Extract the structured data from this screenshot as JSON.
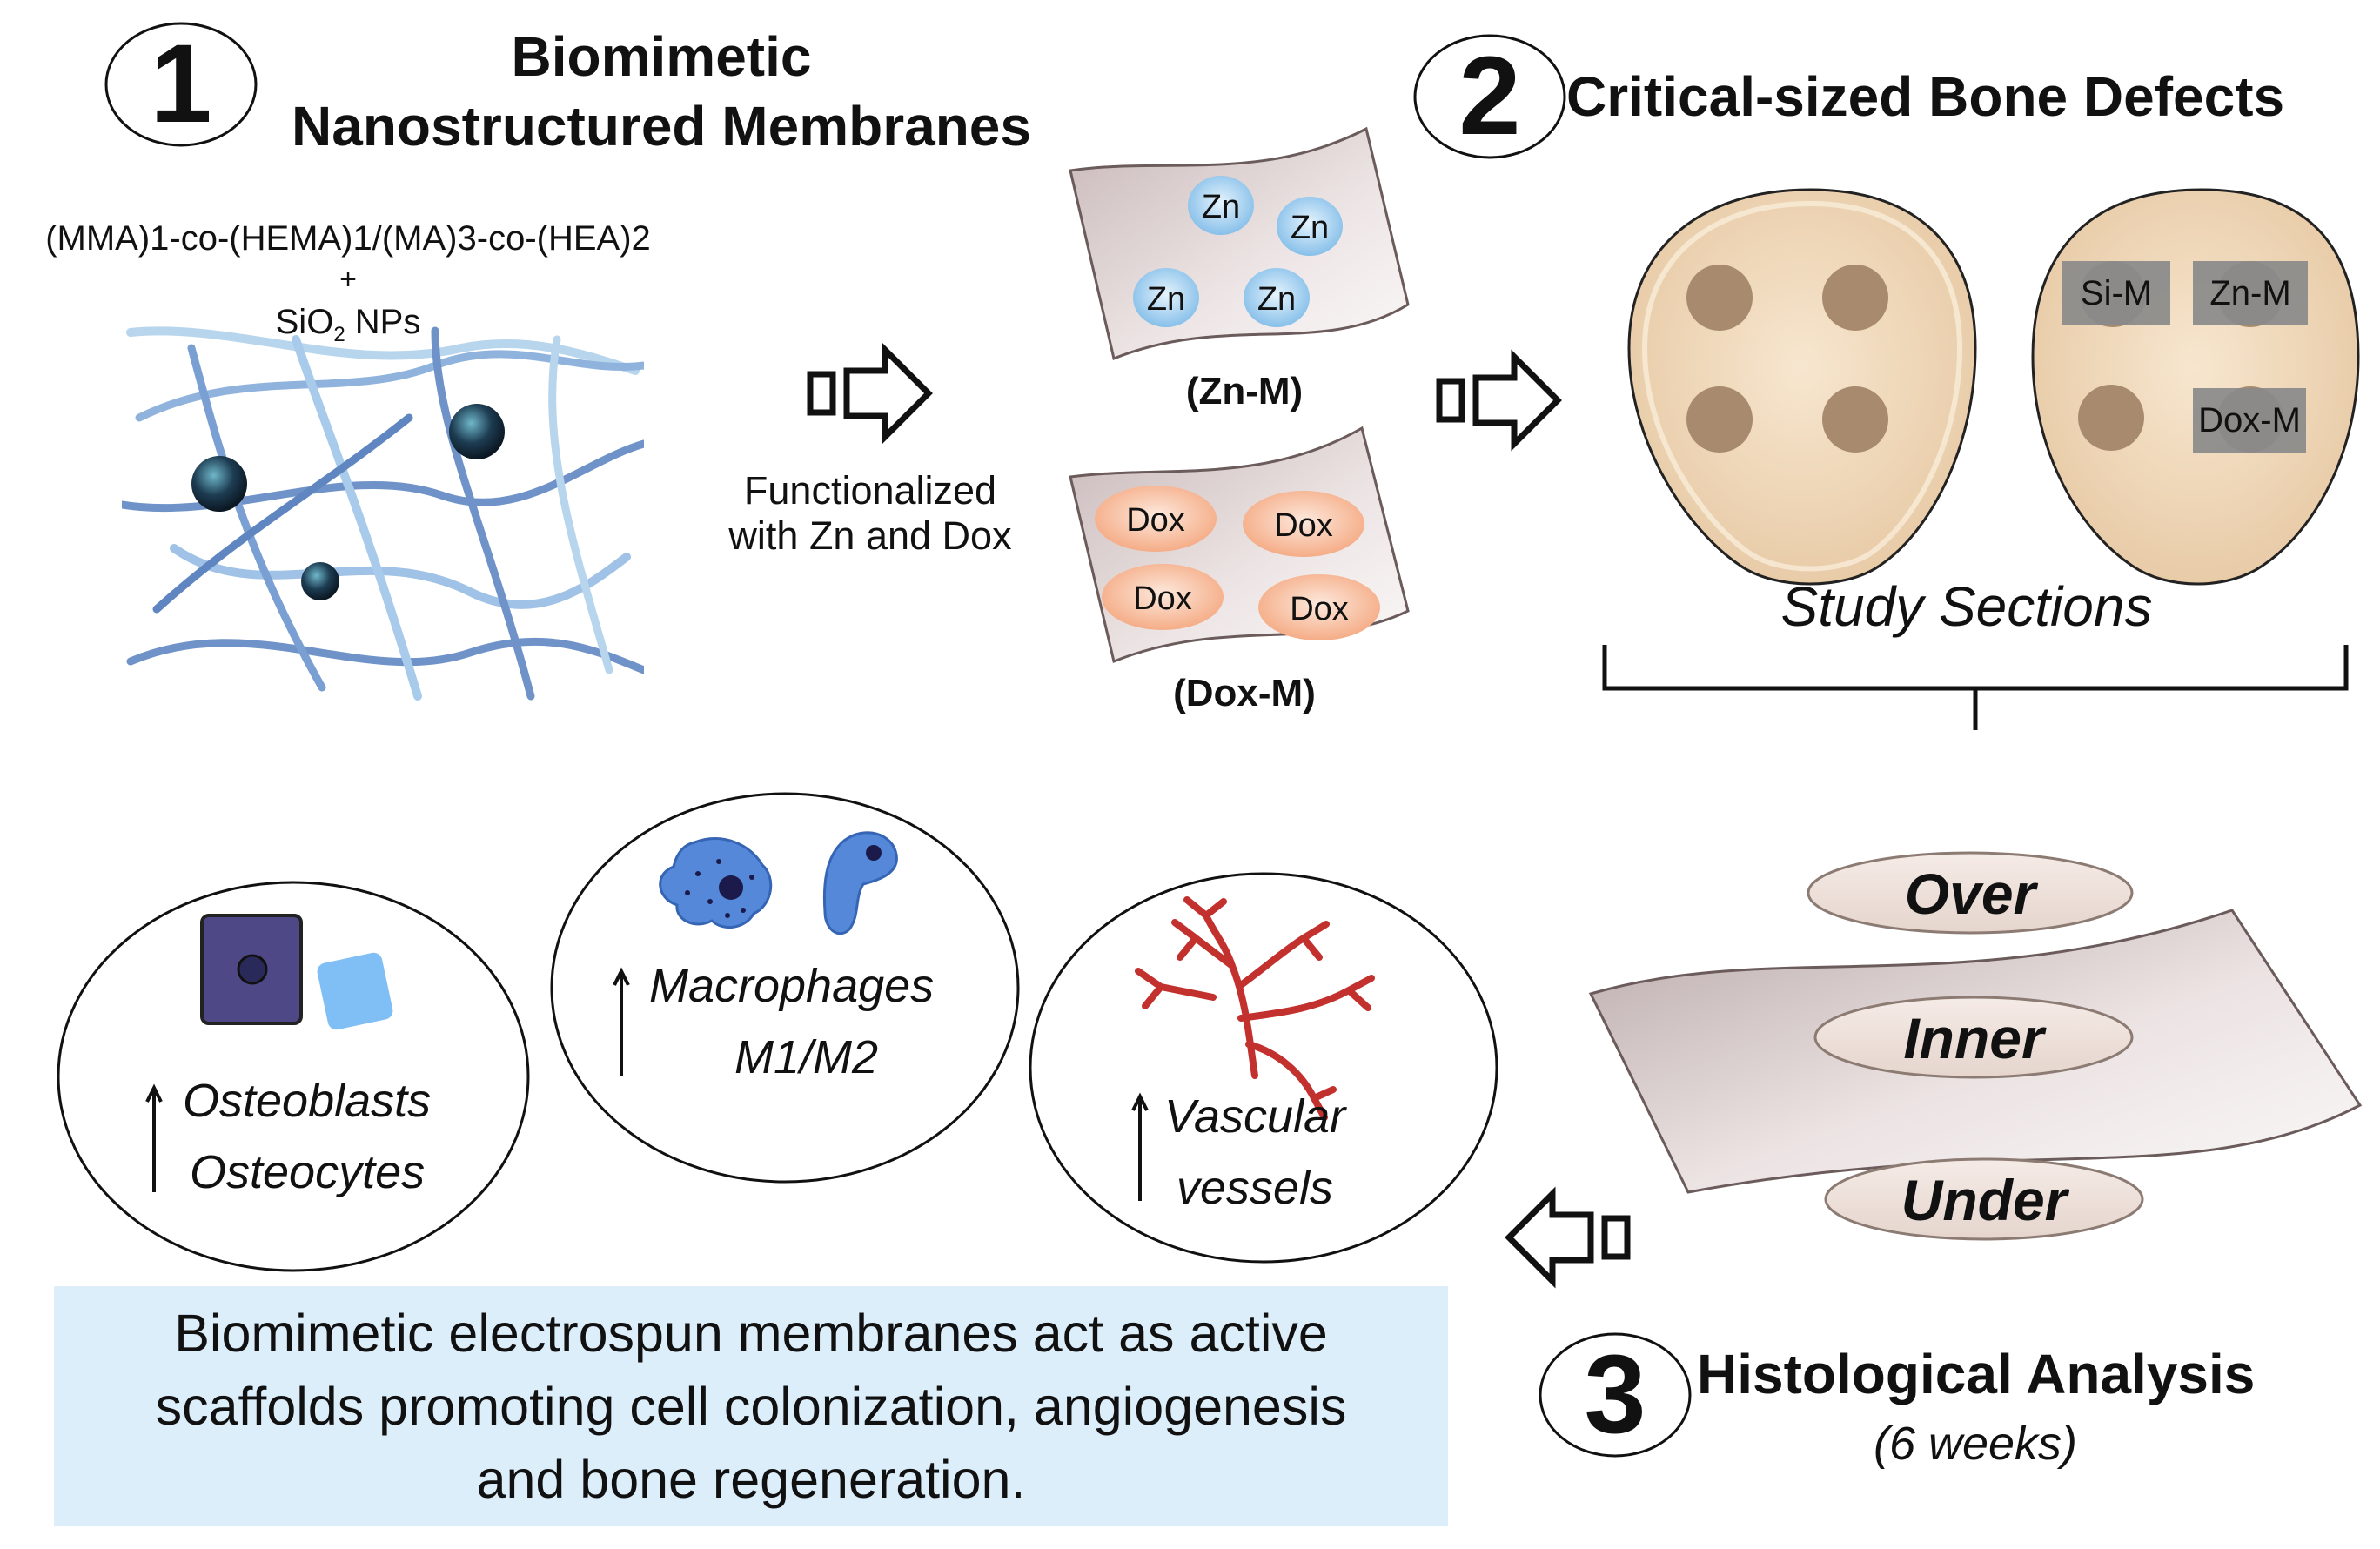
{
  "steps": {
    "one": {
      "number": "1",
      "title_line1": "Biomimetic",
      "title_line2": "Nanostructured Membranes"
    },
    "two": {
      "number": "2",
      "title": "Critical-sized Bone Defects"
    },
    "three": {
      "number": "3",
      "title": "Histological Analysis",
      "subtitle": "(6 weeks)"
    }
  },
  "composition": {
    "polymer": "(MMA)1-co-(HEMA)1/(MA)3-co-(HEA)2",
    "plus": "+",
    "particles_prefix": "SiO",
    "particles_sub": "2",
    "particles_suffix": " NPs"
  },
  "functionalized": {
    "line1": "Functionalized",
    "line2": "with Zn and Dox"
  },
  "membranes": {
    "zn": {
      "label": "(Zn-M)",
      "dots": [
        "Zn",
        "Zn",
        "Zn",
        "Zn"
      ]
    },
    "dox": {
      "label": "(Dox-M)",
      "dots": [
        "Dox",
        "Dox",
        "Dox",
        "Dox"
      ]
    }
  },
  "defects": {
    "labels": [
      "Si-M",
      "Zn-M",
      "Dox-M"
    ],
    "caption": "Study Sections"
  },
  "sections": {
    "over": "Over",
    "inner": "Inner",
    "under": "Under"
  },
  "results": {
    "osteo": {
      "line1": "Osteoblasts",
      "line2": "Osteocytes"
    },
    "macro": {
      "line1": "Macrophages",
      "line2": "M1/M2"
    },
    "vasc": {
      "line1": "Vascular",
      "line2": "vessels"
    }
  },
  "summary": {
    "line1": "Biomimetic electrospun membranes act as active",
    "line2": "scaffolds promoting cell colonization, angiogenesis",
    "line3": "and bone regeneration."
  },
  "colors": {
    "bone_fill": "#f3ddc2",
    "defect_fill": "#a88b6e",
    "label_box": "#8a8a8a",
    "membrane_fill": "#d9cccc",
    "zn_dot": "#8fc8ee",
    "dox_dot": "#f7b594",
    "fiber": "#6f93c8",
    "vessel": "#c3312f",
    "osteoblast": "#4f4886",
    "osteocyte": "#7fbff5",
    "macrophage": "#5588d8",
    "summary_bg": "#ddeefb"
  }
}
